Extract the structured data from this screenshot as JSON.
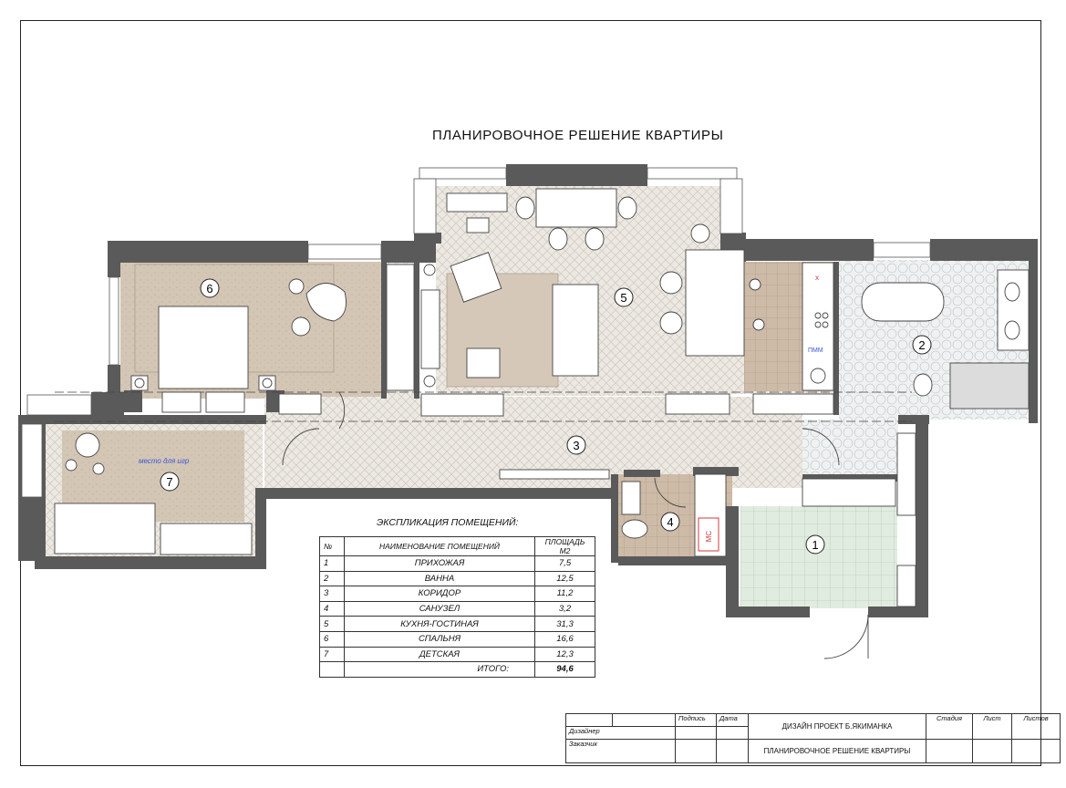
{
  "title": "ПЛАНИРОВОЧНОЕ РЕШЕНИЕ  КВАРТИРЫ",
  "rooms": [
    {
      "number": "1",
      "area_m2": 7.5
    },
    {
      "number": "2",
      "area_m2": 12.5
    },
    {
      "number": "3",
      "area_m2": 11.2
    },
    {
      "number": "4",
      "area_m2": 3.2
    },
    {
      "number": "5",
      "area_m2": 31.3
    },
    {
      "number": "6",
      "area_m2": 16.6
    },
    {
      "number": "7",
      "area_m2": 12.3
    }
  ],
  "plan_labels": {
    "wc_tag": "МС",
    "dishwasher_tag": "ПММ",
    "sink_mark": "x",
    "child_note": "место для игр"
  },
  "explication": {
    "title": "ЭКСПЛИКАЦИЯ ПОМЕЩЕНИЙ:",
    "headers": {
      "no": "№",
      "name": "НАИМЕНОВАНИЕ ПОМЕЩЕНИЙ",
      "area": "ПЛОЩАДЬ М2"
    },
    "rows": [
      {
        "no": "1",
        "name": "ПРИХОЖАЯ",
        "area": "7,5"
      },
      {
        "no": "2",
        "name": "ВАННА",
        "area": "12,5"
      },
      {
        "no": "3",
        "name": "КОРИДОР",
        "area": "11,2"
      },
      {
        "no": "4",
        "name": "САНУЗЕЛ",
        "area": "3,2"
      },
      {
        "no": "5",
        "name": "КУХНЯ-ГОСТИНАЯ",
        "area": "31,3"
      },
      {
        "no": "6",
        "name": "СПАЛЬНЯ",
        "area": "16,6"
      },
      {
        "no": "7",
        "name": "ДЕТСКАЯ",
        "area": "12,3"
      }
    ],
    "total_label": "ИТОГО:",
    "total_area": "94,6"
  },
  "stamp": {
    "signature": "Подпись",
    "date": "Дата",
    "designer": "Дизайнер",
    "customer": "Заказчик",
    "project": "ДИЗАЙН ПРОЕКТ  Б.ЯКИМАНКА",
    "sheet_title": "ПЛАНИРОВОЧНОЕ РЕШЕНИЕ КВАРТИРЫ",
    "stage": "Стадия",
    "sheet": "Лист",
    "sheets": "Листов"
  },
  "colors": {
    "wall": "#5a5a5a",
    "parquet": "#e9e5df",
    "rug": "#cfc0ae",
    "tile": "#dde8dd",
    "kitchen_tile": "#c8b6a2",
    "bath_tile": "#eef1f1",
    "furniture": "#ffffff",
    "annotation": "#d23a3a"
  }
}
